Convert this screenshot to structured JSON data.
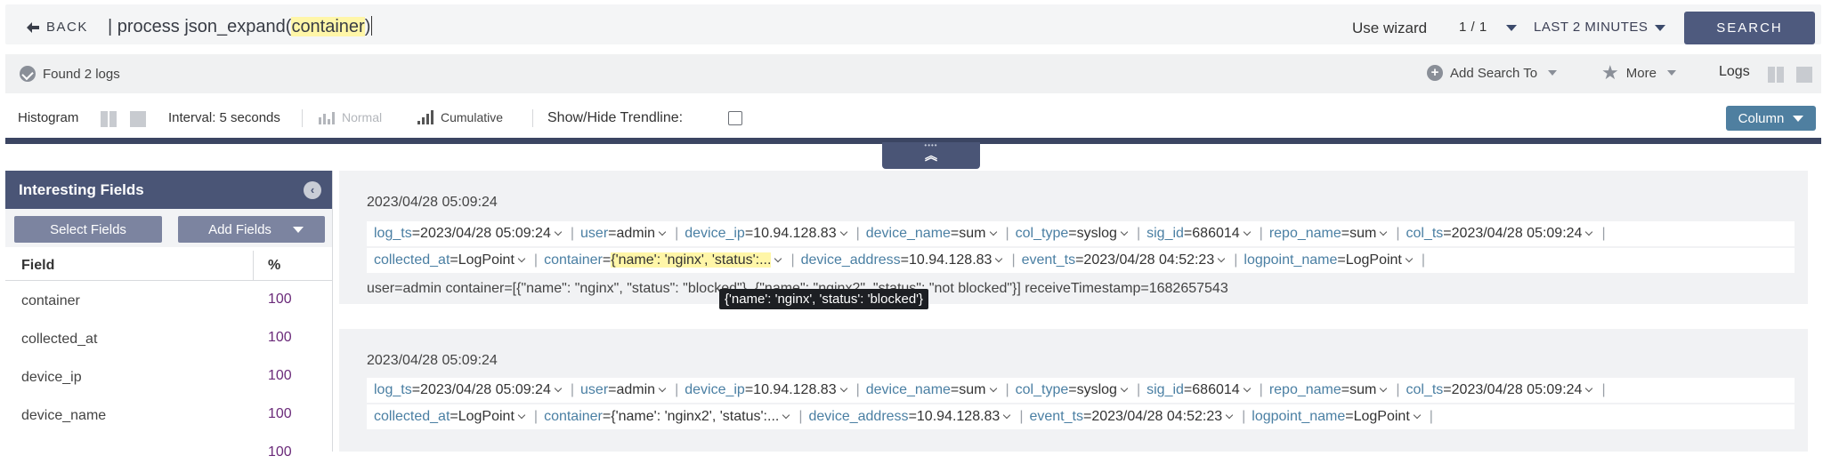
{
  "header": {
    "back_label": "BACK",
    "query_prefix": "| process json_expand(",
    "query_highlight": "container",
    "query_suffix": ")",
    "use_wizard": "Use wizard",
    "page": "1 / 1",
    "time_range": "LAST 2 MINUTES",
    "search_label": "SEARCH"
  },
  "status": {
    "found": "Found 2 logs",
    "add_search_to": "Add Search To",
    "more": "More",
    "logs": "Logs"
  },
  "histogram": {
    "label": "Histogram",
    "interval": "Interval: 5 seconds",
    "normal": "Normal",
    "cumulative": "Cumulative",
    "trendline": "Show/Hide Trendline:",
    "column": "Column"
  },
  "fields_panel": {
    "title": "Interesting Fields",
    "select_fields": "Select Fields",
    "add_fields": "Add Fields",
    "col_field": "Field",
    "col_pct": "%",
    "rows": [
      {
        "name": "container",
        "pct": "100"
      },
      {
        "name": "collected_at",
        "pct": "100"
      },
      {
        "name": "device_ip",
        "pct": "100"
      },
      {
        "name": "device_name",
        "pct": "100"
      },
      {
        "name": "",
        "pct": "100"
      }
    ]
  },
  "logs": [
    {
      "time": "2023/04/28 05:09:24",
      "line1": [
        {
          "k": "log_ts",
          "v": "2023/04/28 05:09:24"
        },
        {
          "k": "user",
          "v": "admin"
        },
        {
          "k": "device_ip",
          "v": "10.94.128.83"
        },
        {
          "k": "device_name",
          "v": "sum"
        },
        {
          "k": "col_type",
          "v": "syslog"
        },
        {
          "k": "sig_id",
          "v": "686014"
        },
        {
          "k": "repo_name",
          "v": "sum"
        },
        {
          "k": "col_ts",
          "v": "2023/04/28 05:09:24"
        }
      ],
      "line2": [
        {
          "k": "collected_at",
          "v": "LogPoint"
        },
        {
          "k": "container",
          "v": "{'name': 'nginx', 'status':..."
        },
        {
          "k": "device_address",
          "v": "10.94.128.83"
        },
        {
          "k": "event_ts",
          "v": "2023/04/28 04:52:23"
        },
        {
          "k": "logpoint_name",
          "v": "LogPoint"
        }
      ],
      "raw": "user=admin container=[{\"name\": \"nginx\", \"status\": \"blocked\"}, {\"name\": \"nginx2\", \"status\": \"not blocked\"}] receiveTimestamp=1682657543"
    },
    {
      "time": "2023/04/28 05:09:24",
      "line1": [
        {
          "k": "log_ts",
          "v": "2023/04/28 05:09:24"
        },
        {
          "k": "user",
          "v": "admin"
        },
        {
          "k": "device_ip",
          "v": "10.94.128.83"
        },
        {
          "k": "device_name",
          "v": "sum"
        },
        {
          "k": "col_type",
          "v": "syslog"
        },
        {
          "k": "sig_id",
          "v": "686014"
        },
        {
          "k": "repo_name",
          "v": "sum"
        },
        {
          "k": "col_ts",
          "v": "2023/04/28 05:09:24"
        }
      ],
      "line2": [
        {
          "k": "collected_at",
          "v": "LogPoint"
        },
        {
          "k": "container",
          "v": "{'name': 'nginx2', 'status':..."
        },
        {
          "k": "device_address",
          "v": "10.94.128.83"
        },
        {
          "k": "event_ts",
          "v": "2023/04/28 04:52:23"
        },
        {
          "k": "logpoint_name",
          "v": "LogPoint"
        }
      ]
    }
  ],
  "tooltip": "{'name': 'nginx', 'status': 'blocked'}"
}
